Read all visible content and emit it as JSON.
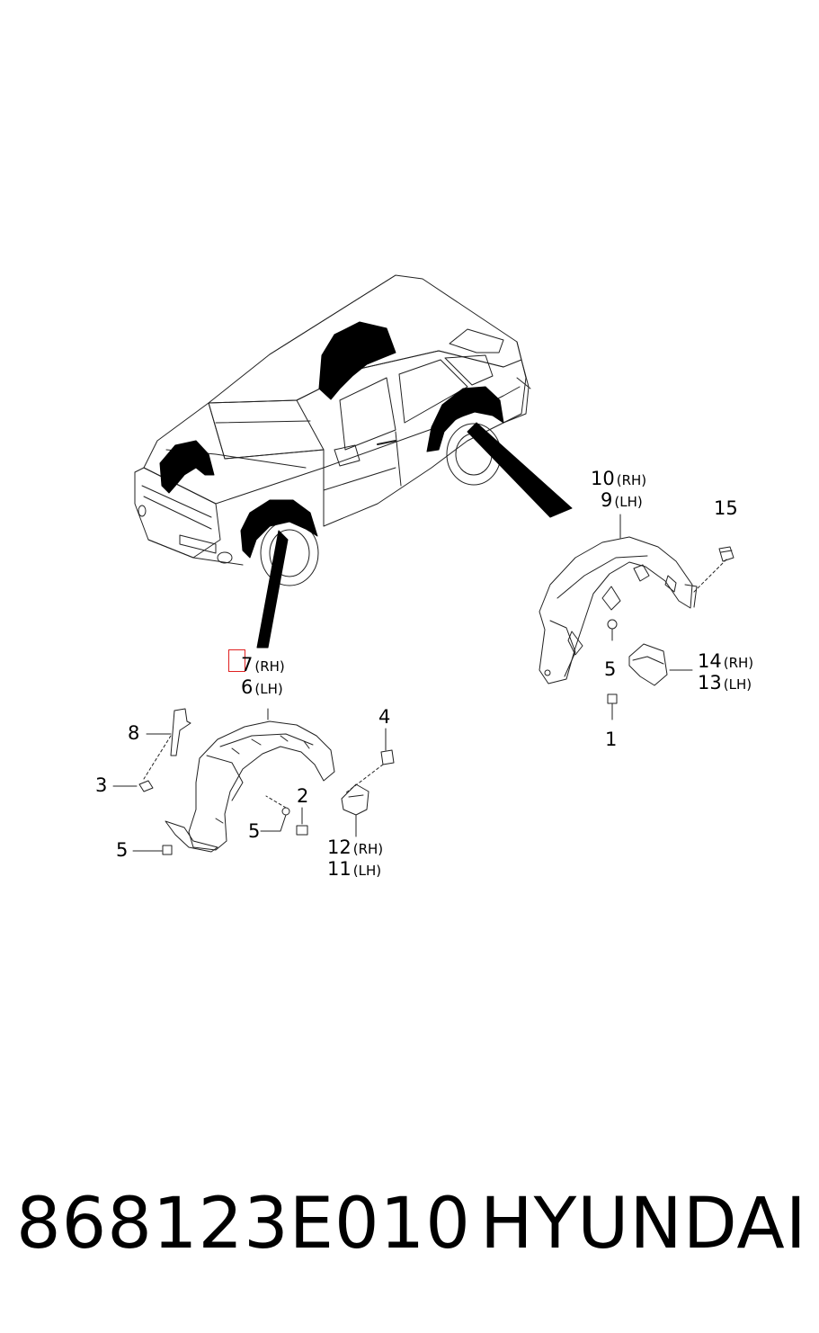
{
  "callouts": {
    "c10": {
      "num": "10",
      "side": "(RH)"
    },
    "c9": {
      "num": "9",
      "side": "(LH)"
    },
    "c15": {
      "num": "15"
    },
    "c5_rear": {
      "num": "5"
    },
    "c14": {
      "num": "14",
      "side": "(RH)"
    },
    "c13": {
      "num": "13",
      "side": "(LH)"
    },
    "c1": {
      "num": "1"
    },
    "c7": {
      "num": "7",
      "side": "(RH)"
    },
    "c6": {
      "num": "6",
      "side": "(LH)"
    },
    "c8": {
      "num": "8"
    },
    "c4": {
      "num": "4"
    },
    "c3": {
      "num": "3"
    },
    "c2": {
      "num": "2"
    },
    "c5_front_mid": {
      "num": "5"
    },
    "c5_front_low": {
      "num": "5"
    },
    "c12": {
      "num": "12",
      "side": "(RH)"
    },
    "c11": {
      "num": "11",
      "side": "(LH)"
    }
  },
  "footer": {
    "part_number": "868123E010",
    "brand": "HYUNDAI"
  },
  "colors": {
    "line": "#222222",
    "fill": "#000000",
    "highlight": "#e02020"
  }
}
